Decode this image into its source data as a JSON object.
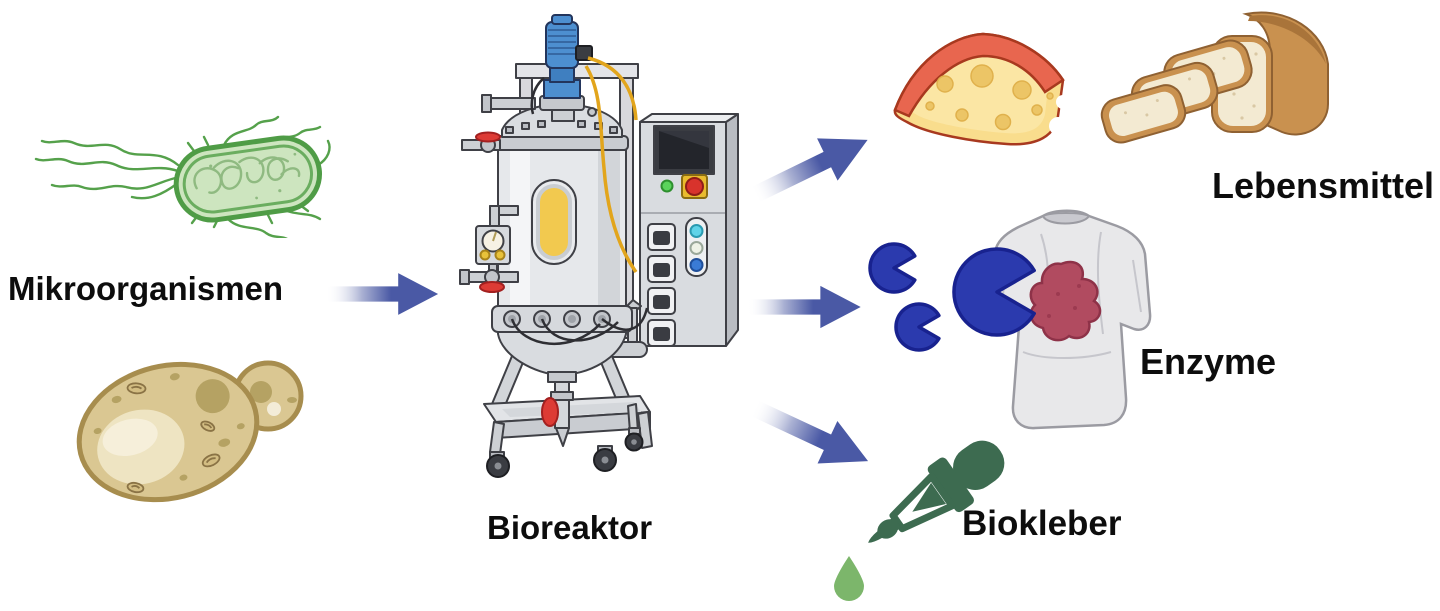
{
  "diagram": {
    "background_color": "#ffffff",
    "arrow_color": "#4a59a5",
    "text_color": "#0d0d0d",
    "nodes": {
      "microorganisms": {
        "label": "Mikroorganismen",
        "icons": [
          "bacterium",
          "yeast-cell"
        ]
      },
      "bioreactor": {
        "label": "Bioreaktor",
        "icons": [
          "bioreactor-vessel",
          "control-cabinet",
          "stirrer-motor"
        ]
      },
      "food": {
        "label": "Lebensmittel",
        "icons": [
          "cheese-wedge",
          "bread-loaf"
        ]
      },
      "enzymes": {
        "label": "Enzyme",
        "icons": [
          "enzyme-pacman-molecules",
          "stained-tshirt"
        ]
      },
      "bioglue": {
        "label": "Biokleber",
        "icons": [
          "dropper",
          "glue-droplet"
        ]
      }
    },
    "edges": [
      {
        "from": "Mikroorganismen",
        "to": "Bioreaktor"
      },
      {
        "from": "Bioreaktor",
        "to": "Lebensmittel"
      },
      {
        "from": "Bioreaktor",
        "to": "Enzyme"
      },
      {
        "from": "Bioreaktor",
        "to": "Biokleber"
      }
    ],
    "palette": {
      "bacterium_fill": "#cde5bf",
      "bacterium_stroke": "#55a14b",
      "yeast_fill": "#dac792",
      "yeast_stroke": "#a78d4e",
      "enzyme_fill": "#2b3aae",
      "enzyme_stroke": "#18228f",
      "stain": "#b14b60",
      "tshirt": "#e8e8ea",
      "cheese_body": "#f9dd8d",
      "cheese_rind": "#e8664f",
      "bread_crust": "#c9914f",
      "bread_crumb": "#f3ead2",
      "dropper_green": "#3d6b50",
      "droplet_green": "#7cb66b",
      "motor_blue": "#4d8fd0",
      "sight_glass_amber": "#f2c94f",
      "valve_red": "#dd3b35",
      "estop_red": "#d8332c",
      "estop_bg_yellow": "#e9bb2e",
      "indicator_green": "#5bd35b",
      "indicator_cyan": "#5fd3e8",
      "indicator_blue": "#3a7bd5",
      "steel_light": "#e6e8eb",
      "steel_dark": "#b9bcc2"
    }
  }
}
